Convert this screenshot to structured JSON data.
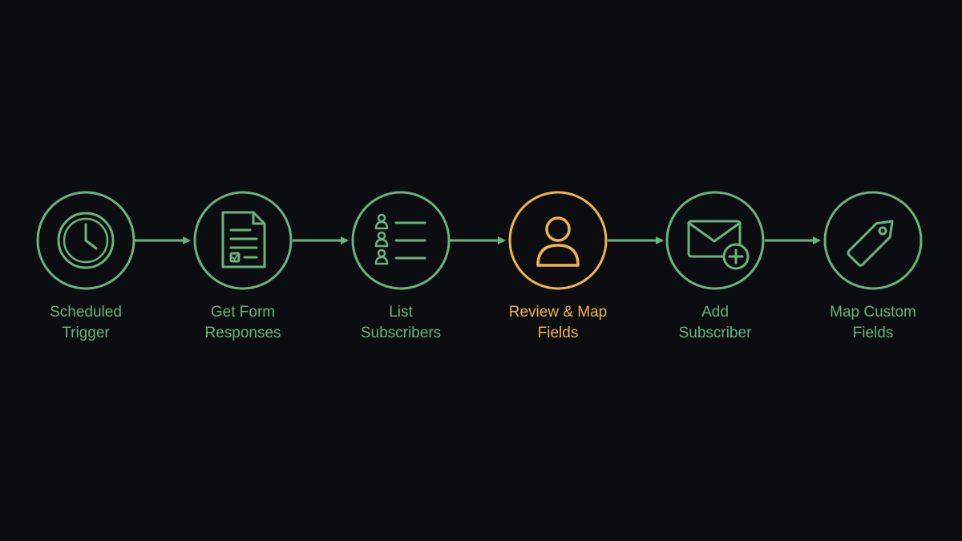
{
  "colors": {
    "background": "#0c0d10",
    "step": "#6bb37e",
    "active": "#f2b54c"
  },
  "steps": [
    {
      "line1": "Scheduled",
      "line2": "Trigger",
      "icon": "clock-icon",
      "active": false
    },
    {
      "line1": "Get Form",
      "line2": "Responses",
      "icon": "form-document-icon",
      "active": false
    },
    {
      "line1": "List",
      "line2": "Subscribers",
      "icon": "subscriber-list-icon",
      "active": false
    },
    {
      "line1": "Review & Map",
      "line2": "Fields",
      "icon": "user-icon",
      "active": true
    },
    {
      "line1": "Add",
      "line2": "Subscriber",
      "icon": "mail-add-icon",
      "active": false
    },
    {
      "line1": "Map Custom",
      "line2": "Fields",
      "icon": "tag-icon",
      "active": false
    }
  ]
}
